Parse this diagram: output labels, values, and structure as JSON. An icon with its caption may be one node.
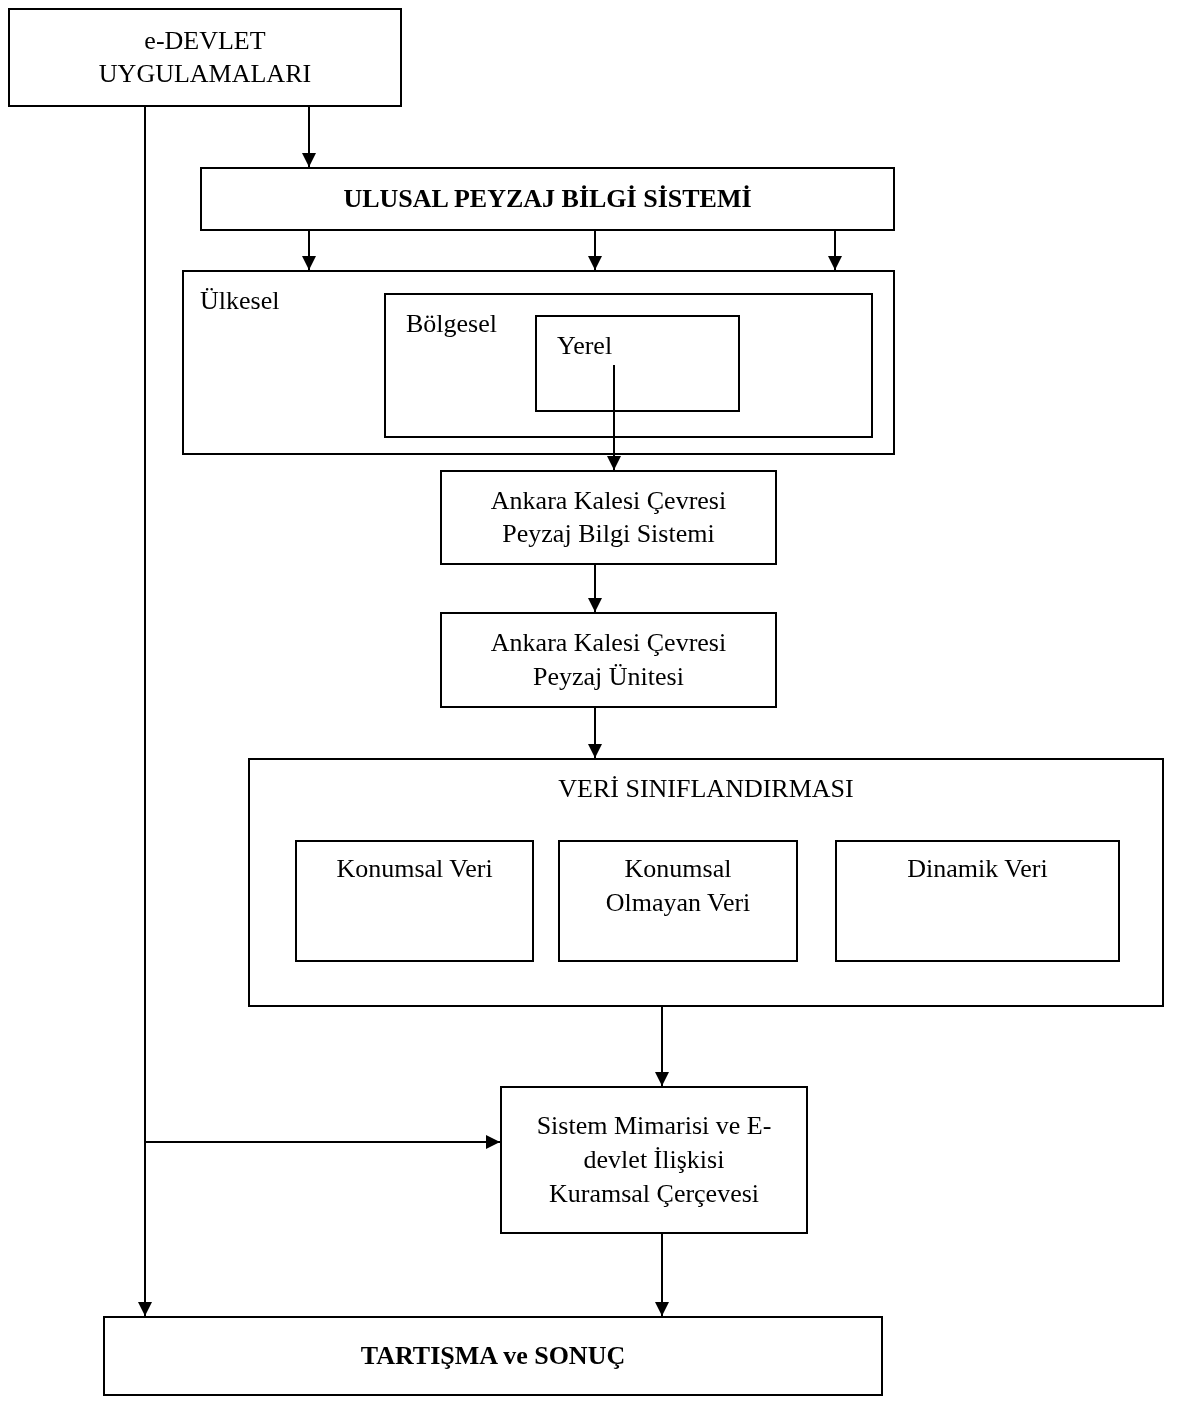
{
  "diagram": {
    "nodes": [
      {
        "text": [
          "e-DEVLET UYGULAMALARI"
        ]
      },
      {
        "text": [
          "ULUSAL PEYZAJ BİLGİ SİSTEMİ"
        ]
      },
      {
        "text": [
          "Ülkesel"
        ]
      },
      {
        "text": [
          "Bölgesel"
        ],
        "in": 2
      },
      {
        "text": [
          "Yerel"
        ],
        "in": 3
      },
      {
        "text": [
          "Ankara Kalesi Çevresi Peyzaj Bilgi Sistemi"
        ]
      },
      {
        "text": [
          "Ankara Kalesi Çevresi Peyzaj Ünitesi"
        ]
      },
      {
        "text": [
          "VERİ SINIFLANDIRMASI"
        ]
      },
      {
        "text": [
          "Konumsal Veri"
        ],
        "in": 7
      },
      {
        "text": [
          "Konumsal Olmayan Veri"
        ],
        "in": 7
      },
      {
        "text": [
          "Dinamik Veri"
        ],
        "in": 7
      },
      {
        "text": [
          "Sistem Mimarisi ve E-devlet İlişkisi Kuramsal Çerçevesi"
        ]
      },
      {
        "text": [
          "TARTIŞMA ve SONUÇ"
        ]
      }
    ],
    "edges": [
      {
        "from": 0,
        "to": 1,
        "arrow": "to"
      },
      {
        "from": 1,
        "to": 2,
        "arrow": "to"
      },
      {
        "from": 1,
        "to": 2,
        "arrow": "to"
      },
      {
        "from": 1,
        "to": 2,
        "arrow": "to"
      },
      {
        "from": 4,
        "to": 5,
        "arrow": "to"
      },
      {
        "from": 5,
        "to": 6,
        "arrow": "to"
      },
      {
        "from": 6,
        "to": 7,
        "arrow": "to"
      },
      {
        "from": 7,
        "to": 11,
        "arrow": "to"
      },
      {
        "from": 11,
        "to": 12,
        "arrow": "to"
      },
      {
        "from": 0,
        "to": 11,
        "arrow": "to"
      },
      {
        "from": 0,
        "to": 12,
        "arrow": "to"
      }
    ]
  }
}
